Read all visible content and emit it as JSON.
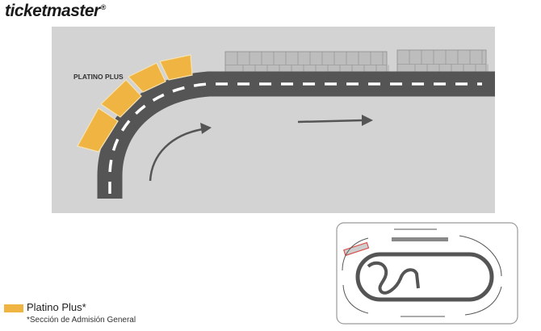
{
  "brand": {
    "logo_text": "ticketmaster",
    "registered_mark": "®"
  },
  "map": {
    "section_label": "PLATINO PLUS",
    "colors": {
      "platino_plus": "#efb441",
      "track": "#555555",
      "background": "#d3d3d3",
      "stands": "#bdbdbd",
      "arrow": "#555555"
    },
    "direction_arrows": 2
  },
  "legend": {
    "items": [
      {
        "label": "Platino Plus*",
        "color": "#efb441"
      }
    ],
    "note": "*Sección de Admisión General"
  },
  "mini_map": {
    "highlight_color": "#d9534f",
    "icons": [
      "track-overview-map"
    ]
  }
}
